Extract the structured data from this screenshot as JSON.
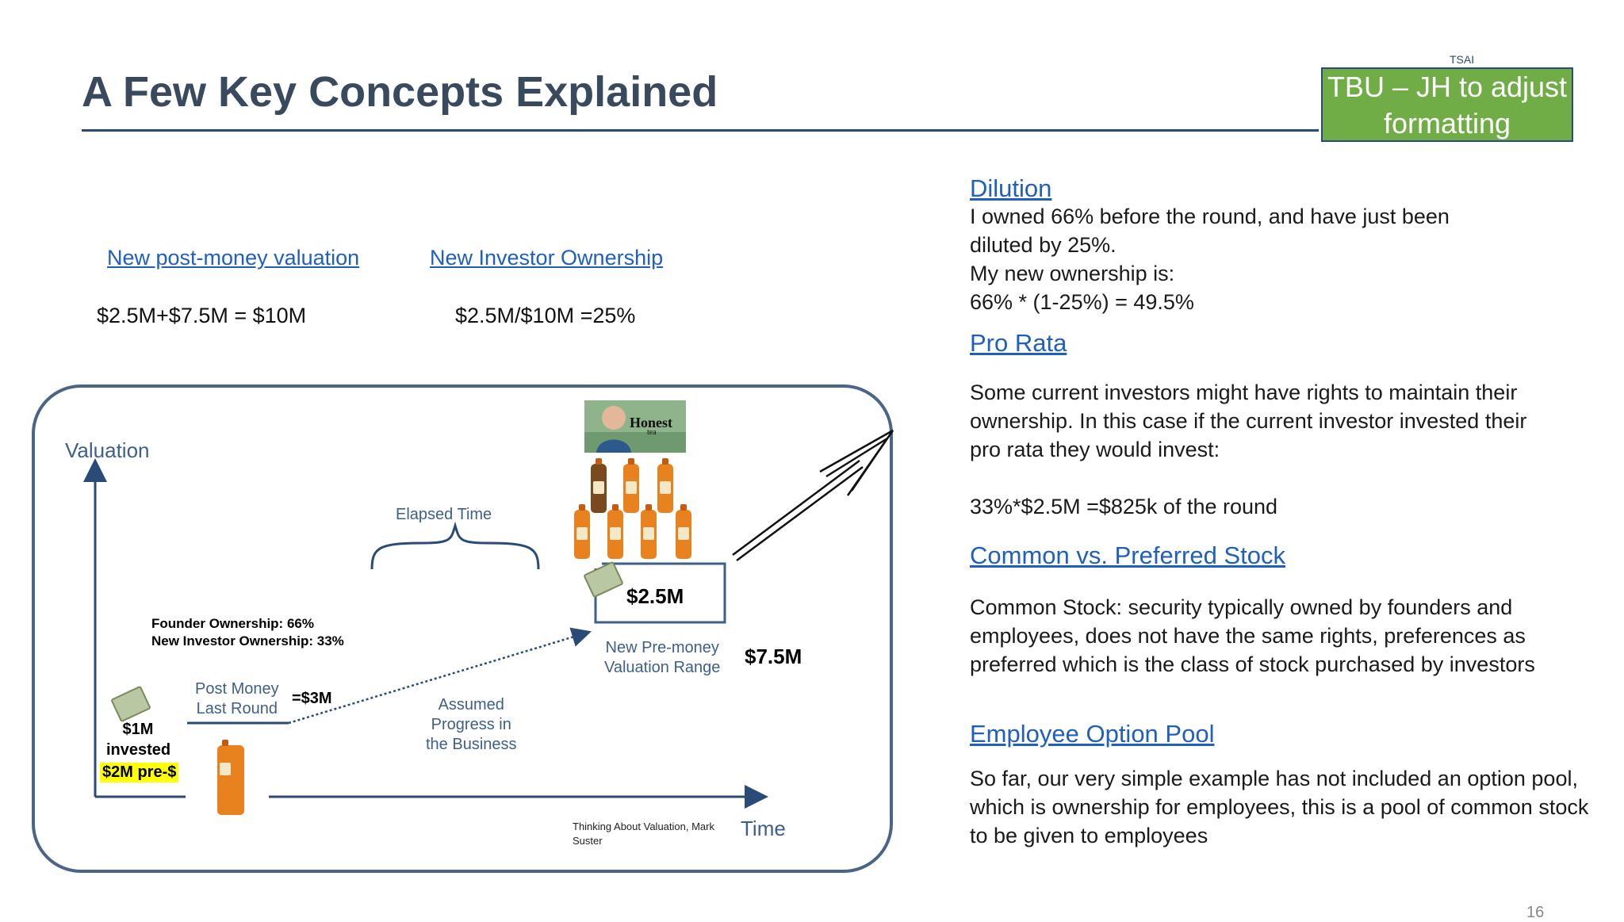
{
  "header": {
    "title": "A Few Key Concepts Explained",
    "tag": "TSAI",
    "note_line1": "TBU – JH to adjust",
    "note_line2": "formatting"
  },
  "left": {
    "post_money_label": "New post-money valuation",
    "post_money_value": "$2.5M+$7.5M = $10M",
    "investor_label": "New Investor Ownership",
    "investor_value": "$2.5M/$10M =25%"
  },
  "diagram": {
    "y_axis": "Valuation",
    "x_axis": "Time",
    "elapsed": "Elapsed Time",
    "founder": "Founder Ownership: 66%",
    "new_investor": "New Investor Ownership: 33%",
    "post_money_1": "Post Money",
    "post_money_2": "Last Round",
    "eq3m": "=$3M",
    "invested_1": "$1M",
    "invested_2": "invested",
    "pre": "$2M pre-$",
    "assumed_1": "Assumed",
    "assumed_2": "Progress in",
    "assumed_3": "the Business",
    "box_value": "$2.5M",
    "range_1": "New Pre-money",
    "range_2": "Valuation Range",
    "range_value": "$7.5M",
    "brand": "Honest",
    "brand_sub": "tea",
    "credit_1": "Thinking About Valuation, Mark",
    "credit_2": "Suster"
  },
  "right": {
    "dilution": {
      "heading": "Dilution",
      "lines": [
        "I owned 66% before the round, and have just been",
        "diluted by 25%.",
        "My new ownership is:",
        "66% * (1-25%) = 49.5%"
      ]
    },
    "prorata": {
      "heading": "Pro Rata",
      "lines": [
        "Some current investors might have rights to maintain their",
        "ownership. In this case if the current investor invested their",
        "pro rata they would invest:"
      ],
      "calc": "33%*$2.5M =$825k of the round"
    },
    "stock": {
      "heading": "Common vs. Preferred Stock",
      "lines": [
        "Common Stock: security typically owned by founders and",
        "employees, does not have the same rights, preferences as",
        "preferred which is the class of stock purchased by investors"
      ]
    },
    "pool": {
      "heading": "Employee Option Pool",
      "lines": [
        "So far, our very simple example has not included an option pool,",
        "which is ownership for employees, this is a pool of common stock",
        "to be given to employees"
      ]
    }
  },
  "page_number": "16",
  "colors": {
    "title": "#3a4a5e",
    "link": "#1f5fbf",
    "note_bg": "#70ad47",
    "rule": "#2a4a78",
    "highlight": "#ffff00"
  }
}
